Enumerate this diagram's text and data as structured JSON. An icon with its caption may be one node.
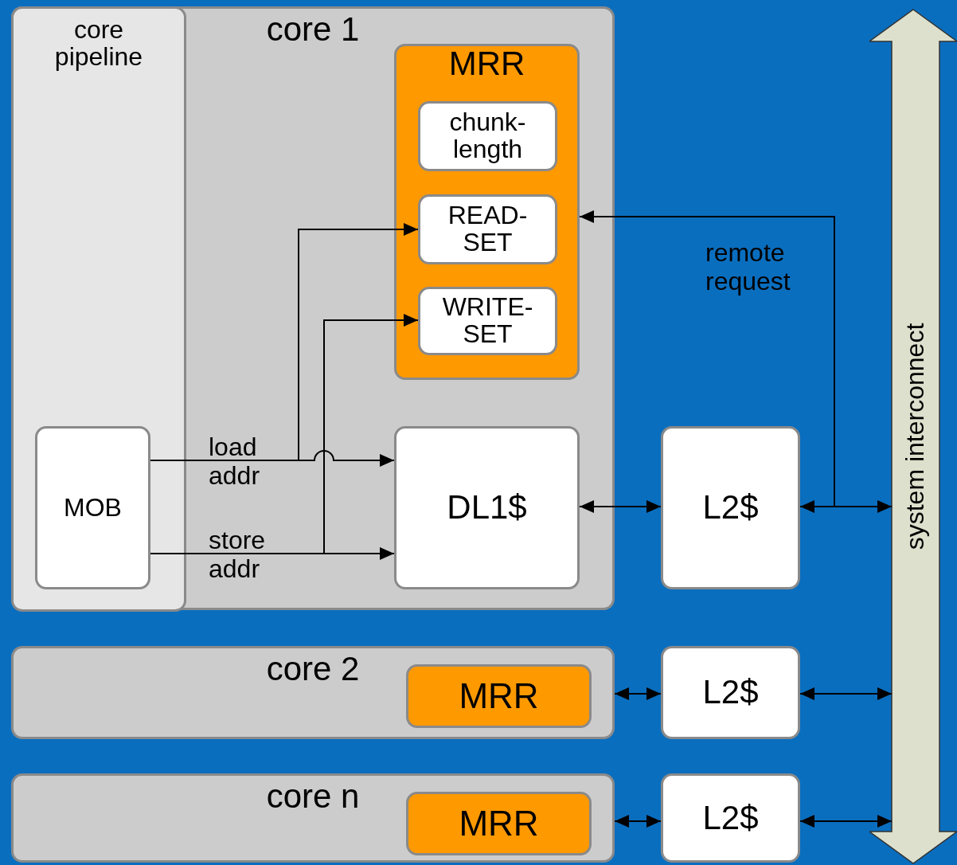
{
  "diagram": {
    "nodes": [
      {
        "text": [
          "core 1"
        ]
      },
      {
        "text": [
          "core pipeline"
        ],
        "in": 0
      },
      {
        "text": [
          "MOB"
        ],
        "in": 1
      },
      {
        "text": [
          "MRR"
        ],
        "in": 0
      },
      {
        "text": [
          "chunk-length"
        ],
        "in": 3
      },
      {
        "text": [
          "READ-SET"
        ],
        "in": 3
      },
      {
        "text": [
          "WRITE-SET"
        ],
        "in": 3
      },
      {
        "text": [
          "DL1$"
        ],
        "in": 0
      },
      {
        "text": [
          "L2$"
        ]
      },
      {
        "text": [
          "system interconnect"
        ]
      },
      {
        "text": [
          "core 2"
        ]
      },
      {
        "text": [
          "MRR"
        ],
        "in": 10
      },
      {
        "text": [
          "L2$"
        ]
      },
      {
        "text": [
          "core n"
        ]
      },
      {
        "text": [
          "MRR"
        ],
        "in": 13
      },
      {
        "text": [
          "L2$"
        ]
      }
    ],
    "edges": [
      {
        "from": 2,
        "to": 7,
        "arrow": "to",
        "label": "load addr"
      },
      {
        "from": 2,
        "to": 5,
        "arrow": "to"
      },
      {
        "from": 2,
        "to": 7,
        "arrow": "to",
        "label": "store addr"
      },
      {
        "from": 2,
        "to": 6,
        "arrow": "to"
      },
      {
        "from": 7,
        "to": 8,
        "arrow": "both"
      },
      {
        "from": 9,
        "to": 8,
        "arrow": "both"
      },
      {
        "from": 9,
        "to": 3,
        "arrow": "to",
        "label": "remote request"
      },
      {
        "from": 10,
        "to": 12,
        "arrow": "both"
      },
      {
        "from": 12,
        "to": 9,
        "arrow": "both"
      },
      {
        "from": 13,
        "to": 15,
        "arrow": "both"
      },
      {
        "from": 15,
        "to": 9,
        "arrow": "both"
      }
    ]
  }
}
